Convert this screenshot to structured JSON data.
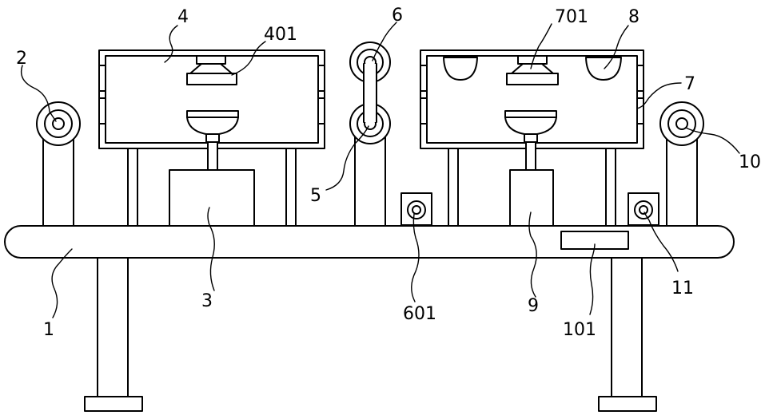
{
  "labels": {
    "l1": "1",
    "l2": "2",
    "l3": "3",
    "l4": "4",
    "l401": "401",
    "l5": "5",
    "l6": "6",
    "l601": "601",
    "l7": "7",
    "l701": "701",
    "l8": "8",
    "l9": "9",
    "l10": "10",
    "l101": "101",
    "l11": "11"
  }
}
